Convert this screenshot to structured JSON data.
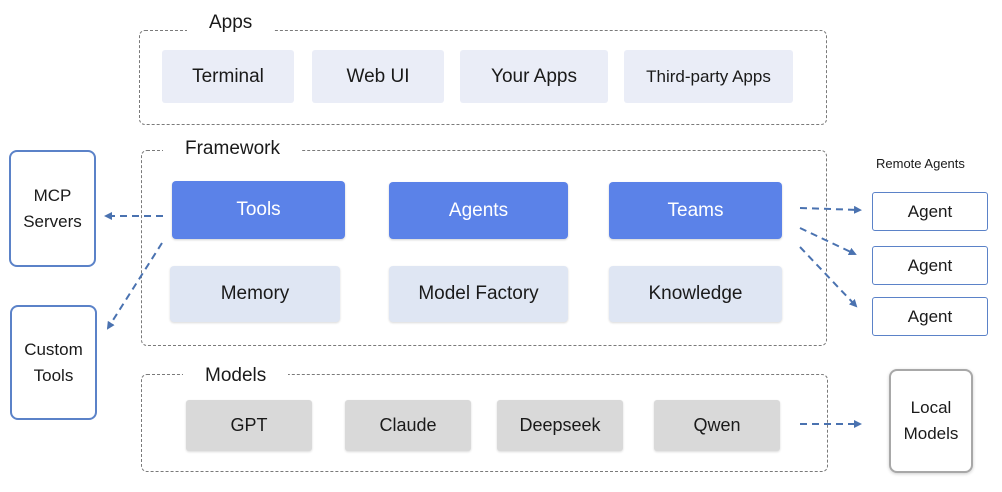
{
  "apps": {
    "title": "Apps",
    "items": [
      "Terminal",
      "Web UI",
      "Your Apps",
      "Third-party Apps"
    ]
  },
  "framework": {
    "title": "Framework",
    "primary": [
      "Tools",
      "Agents",
      "Teams"
    ],
    "secondary": [
      "Memory",
      "Model Factory",
      "Knowledge"
    ]
  },
  "models": {
    "title": "Models",
    "items": [
      "GPT",
      "Claude",
      "Deepseek",
      "Qwen"
    ]
  },
  "mcp_servers": {
    "line1": "MCP",
    "line2": "Servers"
  },
  "custom_tools": {
    "line1": "Custom",
    "line2": "Tools"
  },
  "remote_agents": {
    "title": "Remote Agents",
    "items": [
      "Agent",
      "Agent",
      "Agent"
    ]
  },
  "local_models": {
    "line1": "Local",
    "line2": "Models"
  },
  "colors": {
    "primary_blue": "#5b82e8",
    "light_blue": "#dfe6f3",
    "app_gray": "#eaedf7",
    "model_gray": "#d9d9d9",
    "arrow": "#4a72b0",
    "border_blue": "#5b82c8"
  }
}
